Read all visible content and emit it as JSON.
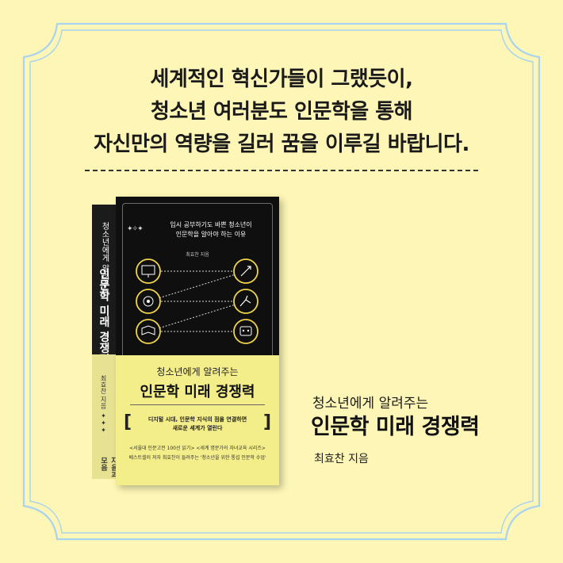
{
  "quote": {
    "line1": "세계적인 혁신가들이 그랬듯이,",
    "line2": "청소년 여러분도 인문학을 통해",
    "line3": "자신만의 역량을 길러 꿈을 이루길 바랍니다."
  },
  "book": {
    "spine_subtitle": "청소년에게 알려주는",
    "spine_title": "인문학 미래 경쟁력",
    "spine_author": "최효찬 지음",
    "spine_stars": "✦✦✦",
    "spine_publisher": "자음과모음",
    "cover_stars": "✦✧✦",
    "cover_subtitle_line1": "입시 공부하기도 바쁜 청소년이",
    "cover_subtitle_line2": "인문학을 알아야 하는 이유",
    "cover_author": "최효찬 지음",
    "yellow_subtitle": "청소년에게 알려주는",
    "yellow_title": "인문학 미래 경쟁력",
    "desc_line1": "디지털 시대, 인문학 지식의 점을 연결하면",
    "desc_line2": "새로운 세계가 열린다",
    "tag1": "<서울대 인문고전 100선 읽기> <세계 명문가의 자녀교육 시리즈>",
    "tag2": "베스트셀러 저자 최효찬이 들려주는 '청소년을 위한 통섭 인문학 수업'"
  },
  "info": {
    "subtitle": "청소년에게 알려주는",
    "title": "인문학 미래 경쟁력",
    "author": "최효찬 지음"
  },
  "colors": {
    "background": "#fdf6b6",
    "frame": "#9fd0ee",
    "cover_dark": "#0f0f10",
    "cover_yellow": "#f4ee8a",
    "icon_ring": "#f0d44a"
  },
  "icons": [
    "book-monitor-icon",
    "brain-network-icon",
    "idea-book-icon",
    "rocket-icon",
    "robot-arm-icon",
    "robot-icon"
  ]
}
